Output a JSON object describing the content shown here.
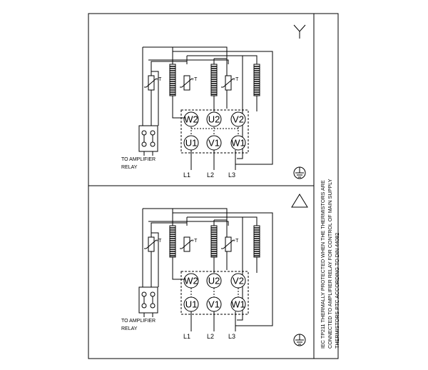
{
  "connections": [
    {
      "id": "star",
      "symbol": "Y",
      "terminals_top": [
        "W2",
        "U2",
        "V2"
      ],
      "terminals_bottom": [
        "U1",
        "V1",
        "W1"
      ],
      "thermistor_label": "+T",
      "relay_label_1": "TO AMPLIFIER",
      "relay_label_2": "RELAY",
      "line_labels": [
        "L1",
        "L2",
        "L3"
      ]
    },
    {
      "id": "delta",
      "symbol": "triangle",
      "terminals_top": [
        "W2",
        "U2",
        "V2"
      ],
      "terminals_bottom": [
        "U1",
        "V1",
        "W1"
      ],
      "thermistor_label": "+T",
      "relay_label_1": "TO AMPLIFIER",
      "relay_label_2": "RELAY",
      "line_labels": [
        "L1",
        "L2",
        "L3"
      ]
    }
  ],
  "note": {
    "line1": "IEC TP211 THERMALLY PROTECTED WHEN THE THERMISTORS ARE",
    "line2": "CONNECTED TO AMPLIFIER RELAY FOR CONTROL OF MAIN SUPPLY",
    "line3": "THERMISTORS PTC ACCORDING TO DIN 44082"
  },
  "icons": {
    "ground": "ground-icon",
    "star": "star-connection-icon",
    "delta": "delta-connection-icon"
  }
}
